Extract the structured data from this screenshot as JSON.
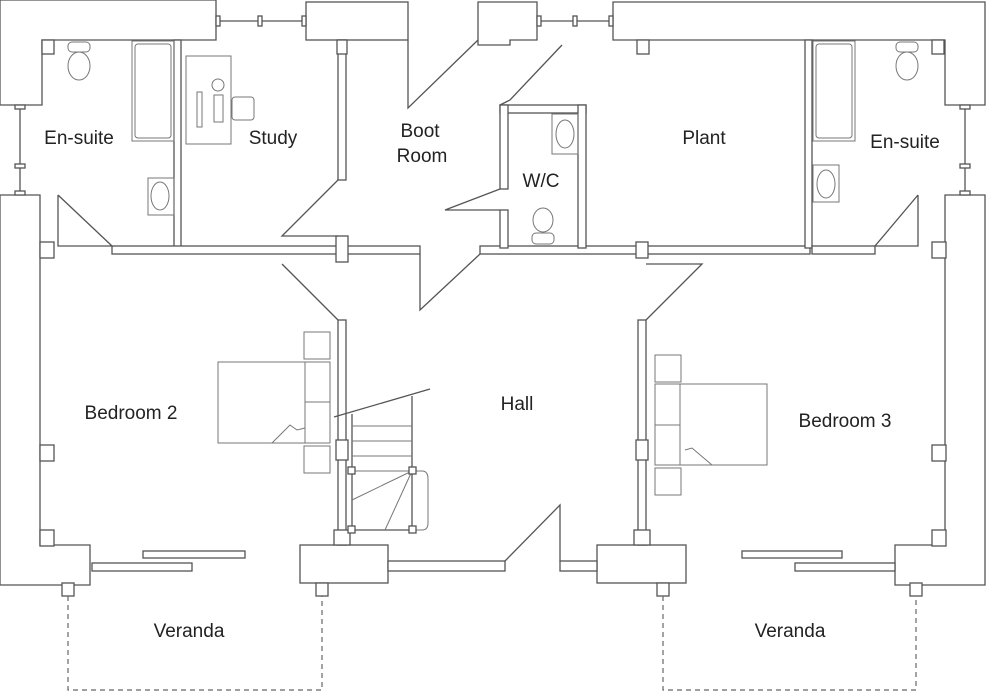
{
  "plan": {
    "rooms": {
      "ensuite_left": "En-suite",
      "study": "Study",
      "boot_room_line1": "Boot",
      "boot_room_line2": "Room",
      "wc": "W/C",
      "plant": "Plant",
      "ensuite_right": "En-suite",
      "bedroom2": "Bedroom 2",
      "hall": "Hall",
      "bedroom3": "Bedroom 3",
      "veranda_left": "Veranda",
      "veranda_right": "Veranda"
    },
    "colors": {
      "line": "#555555",
      "text": "#222222",
      "background": "#ffffff"
    }
  }
}
